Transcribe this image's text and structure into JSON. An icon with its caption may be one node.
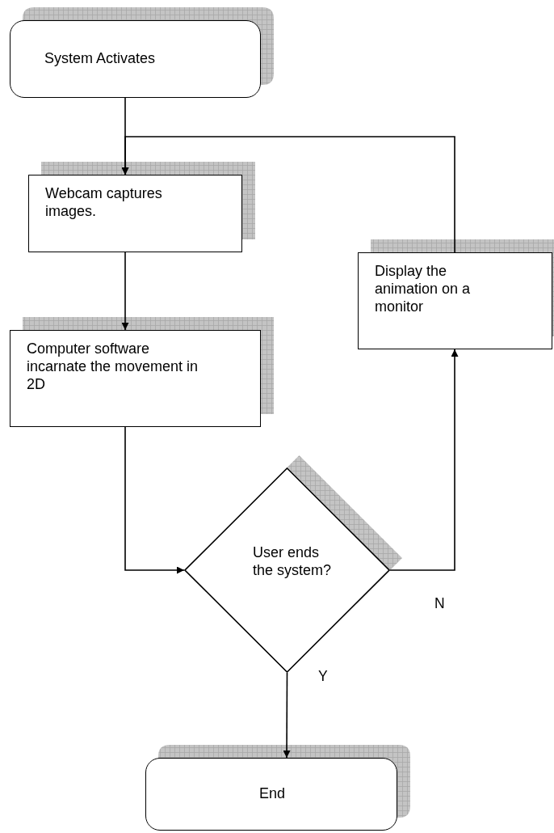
{
  "diagram": {
    "nodes": [
      {
        "text": [
          "System Activates"
        ]
      },
      {
        "text": [
          "Webcam captures images."
        ]
      },
      {
        "text": [
          "Computer software incarnate the movement in 2D"
        ]
      },
      {
        "text": [
          "Display the animation on a monitor"
        ]
      },
      {
        "text": [
          "User ends the system?"
        ]
      },
      {
        "text": [
          "End"
        ]
      }
    ],
    "edges": [
      {
        "from": 0,
        "to": 1,
        "arrow": "to"
      },
      {
        "from": 1,
        "to": 2,
        "arrow": "to"
      },
      {
        "from": 2,
        "to": 4,
        "arrow": "to"
      },
      {
        "from": 4,
        "to": 3,
        "arrow": "to",
        "label": "N"
      },
      {
        "from": 3,
        "to": 1,
        "arrow": "to"
      },
      {
        "from": 4,
        "to": 5,
        "arrow": "to",
        "label": "Y"
      }
    ]
  }
}
